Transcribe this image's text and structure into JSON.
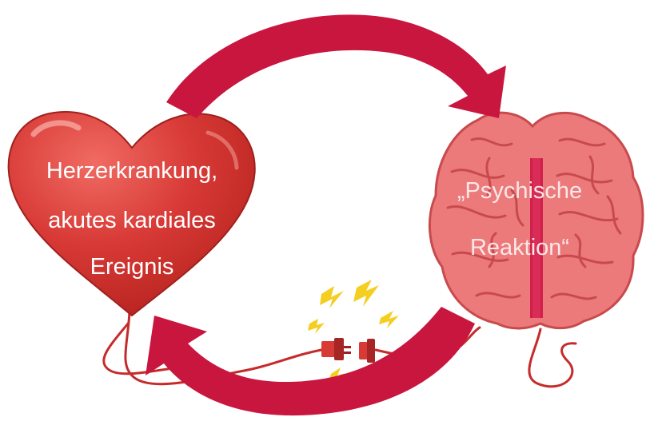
{
  "heart": {
    "line1": "Herzerkrankung,",
    "line2": "akutes kardiales",
    "line3": "Ereignis"
  },
  "brain": {
    "line1": "„Psychische",
    "line2": "Reaktion“"
  },
  "colors": {
    "arrow": "#c8163f",
    "heart": "#d83a36",
    "heart_dark": "#a9231f",
    "brain": "#ec7a7b",
    "brain_line": "#c84a4d",
    "cable": "#c62b2b",
    "spark": "#f4cf22"
  },
  "icons": [
    "heart-icon",
    "brain-icon",
    "plug-icon",
    "lightning-icon",
    "cycle-arrow-icon"
  ]
}
